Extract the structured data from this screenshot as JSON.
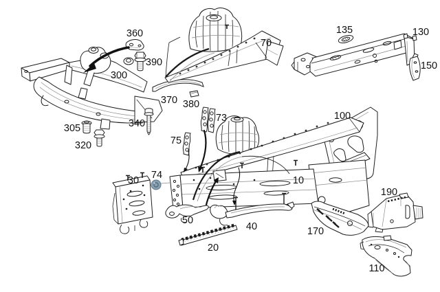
{
  "diagram": {
    "background": "#ffffff",
    "line_color": "#1c1c1c",
    "detail_line_color": "#8a8a8a",
    "label_color": "#111111",
    "highlight_color": "#87a0b2",
    "callouts": {
      "c360": "360",
      "c390": "390",
      "c300": "300",
      "c70": "70",
      "c135": "135",
      "c130": "130",
      "c150": "150",
      "c370": "370",
      "c380": "380",
      "c73": "73",
      "c340": "340",
      "c305": "305",
      "c320": "320",
      "c75": "75",
      "c100": "100",
      "c30": "30",
      "c74": "74",
      "c10": "10",
      "c190": "190",
      "c50": "50",
      "c40": "40",
      "c170": "170",
      "c20": "20",
      "c110": "110"
    }
  }
}
